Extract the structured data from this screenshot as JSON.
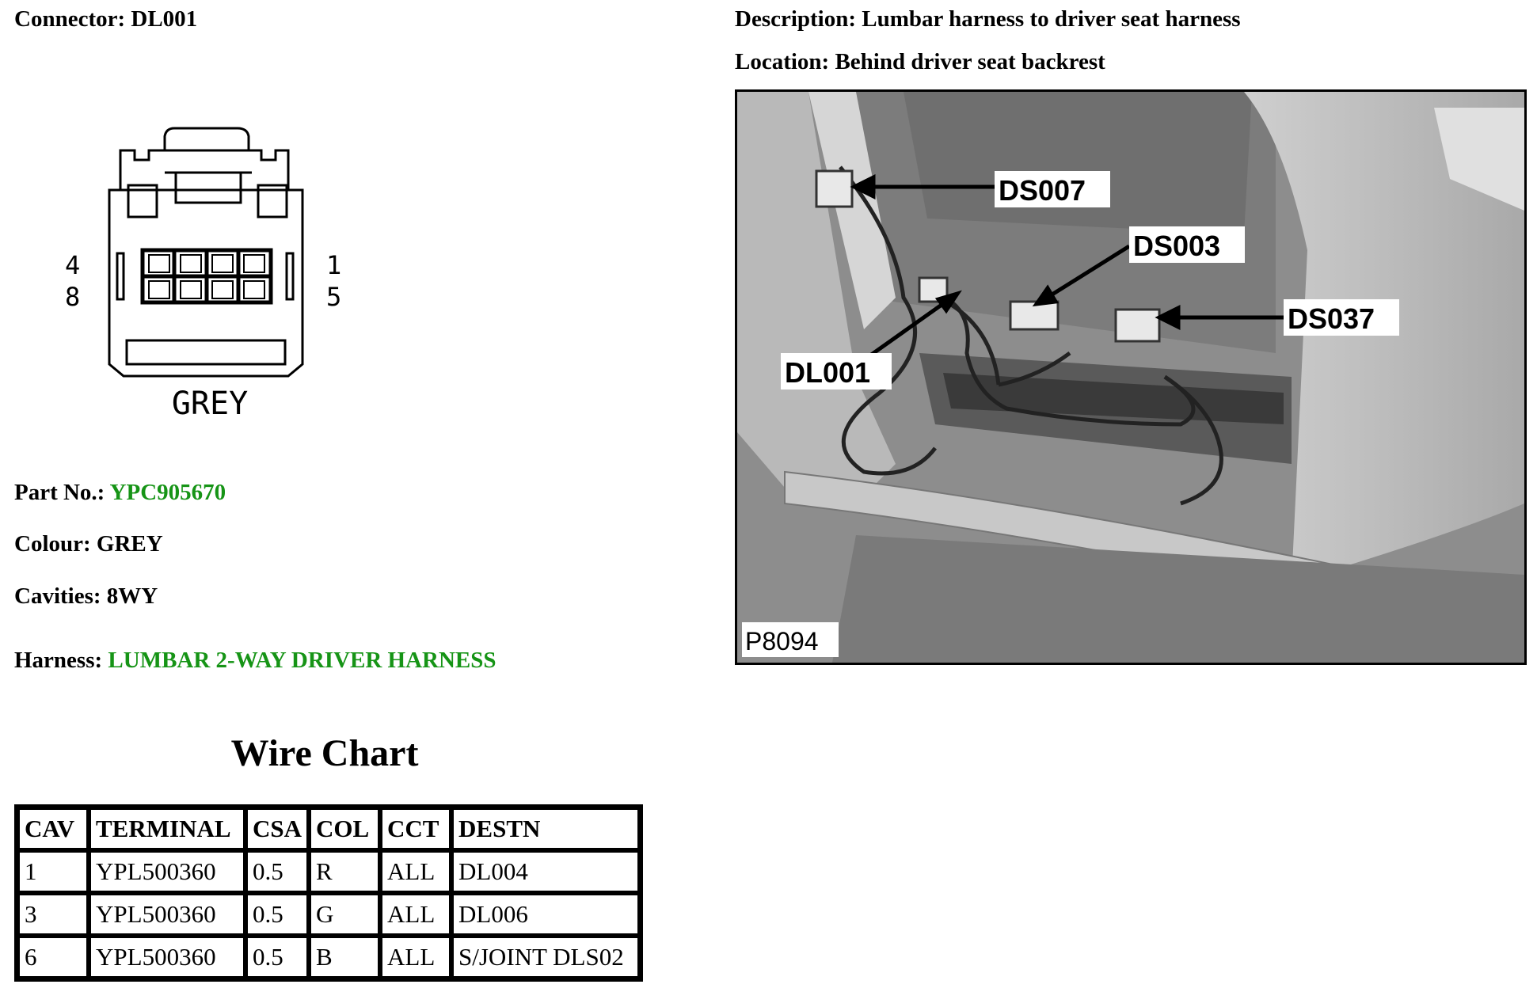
{
  "header": {
    "connector_label": "Connector:",
    "connector_value": "DL001",
    "description_label": "Description:",
    "description_value": "Lumbar harness to driver seat harness",
    "location_label": "Location:",
    "location_value": "Behind driver seat backrest"
  },
  "pinout": {
    "pin_top_left": "4",
    "pin_bottom_left": "8",
    "pin_top_right": "1",
    "pin_bottom_right": "5",
    "colour_caption": "GREY"
  },
  "details": {
    "part_no_label": "Part No.:",
    "part_no_value": "YPC905670",
    "colour_label": "Colour:",
    "colour_value": "GREY",
    "cavities_label": "Cavities:",
    "cavities_value": "8WY",
    "harness_label": "Harness:",
    "harness_value": "LUMBAR 2-WAY DRIVER HARNESS",
    "link_color": "#169416"
  },
  "wire_chart": {
    "title": "Wire Chart",
    "headers": [
      "CAV",
      "TERMINAL",
      "CSA",
      "COL",
      "CCT",
      "DESTN"
    ],
    "rows": [
      [
        "1",
        "YPL500360",
        "0.5",
        "R",
        "ALL",
        "DL004"
      ],
      [
        "3",
        "YPL500360",
        "0.5",
        "G",
        "ALL",
        "DL006"
      ],
      [
        "6",
        "YPL500360",
        "0.5",
        "B",
        "ALL",
        "S/JOINT DLS02"
      ]
    ]
  },
  "photo": {
    "callouts": [
      "DS007",
      "DS003",
      "DS037",
      "DL001"
    ],
    "figure_code": "P8094"
  }
}
